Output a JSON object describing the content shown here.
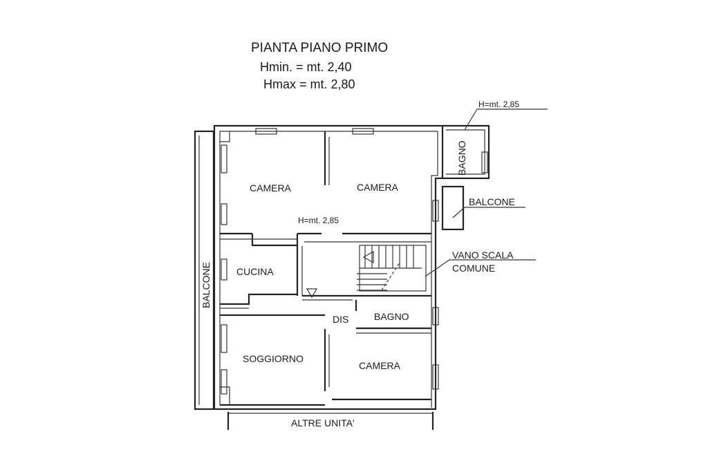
{
  "header": {
    "title": "PIANTA PIANO PRIMO",
    "hmin": "Hmin. = mt. 2,40",
    "hmax": "Hmax = mt. 2,80"
  },
  "notes": {
    "height_bath": "H=mt. 2,85",
    "height_corridor": "H=mt. 2,85"
  },
  "rooms": {
    "camera_nw": "CAMERA",
    "camera_ne": "CAMERA",
    "bagno_ne": "BAGNO",
    "balcone_e": "BALCONE",
    "cucina": "CUCINA",
    "vano_scala_1": "VANO SCALA",
    "vano_scala_2": "COMUNE",
    "balcone_w": "BALCONE",
    "dis": "DIS",
    "bagno": "BAGNO",
    "soggiorno": "SOGGIORNO",
    "camera_se": "CAMERA",
    "altre_unita": "ALTRE UNITA'"
  }
}
